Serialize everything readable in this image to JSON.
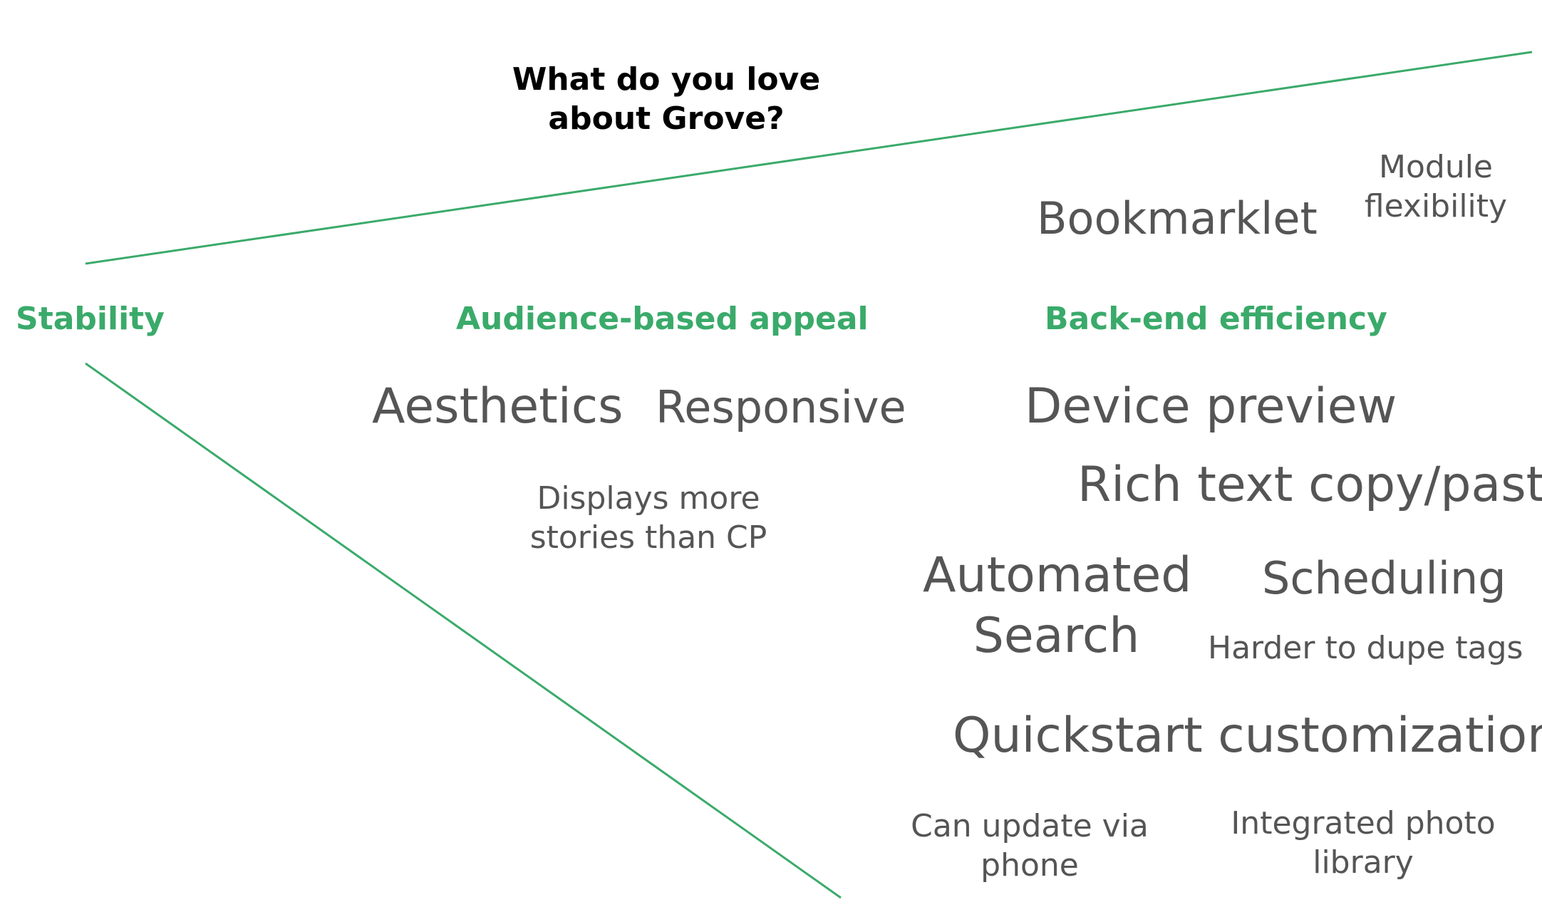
{
  "title": "What do you love about Grove?",
  "colors": {
    "accent": "#3aaa6a",
    "title": "#000000",
    "item_text": "#555555",
    "background": "#ffffff"
  },
  "categories": {
    "stability": "Stability",
    "audience": "Audience-based appeal",
    "backend": "Back-end efficiency"
  },
  "items": {
    "bookmarklet": "Bookmarklet",
    "module_flexibility": "Module flexibility",
    "aesthetics": "Aesthetics",
    "responsive": "Responsive",
    "displays_more": "Displays more stories than CP",
    "device_preview": "Device preview",
    "rich_text": "Rich text copy/paste",
    "automated_search": "Automated Search",
    "scheduling": "Scheduling",
    "harder_dupe": "Harder to dupe tags",
    "quickstart": "Quickstart customization",
    "update_phone": "Can update via phone",
    "photo_library": "Integrated photo library"
  }
}
